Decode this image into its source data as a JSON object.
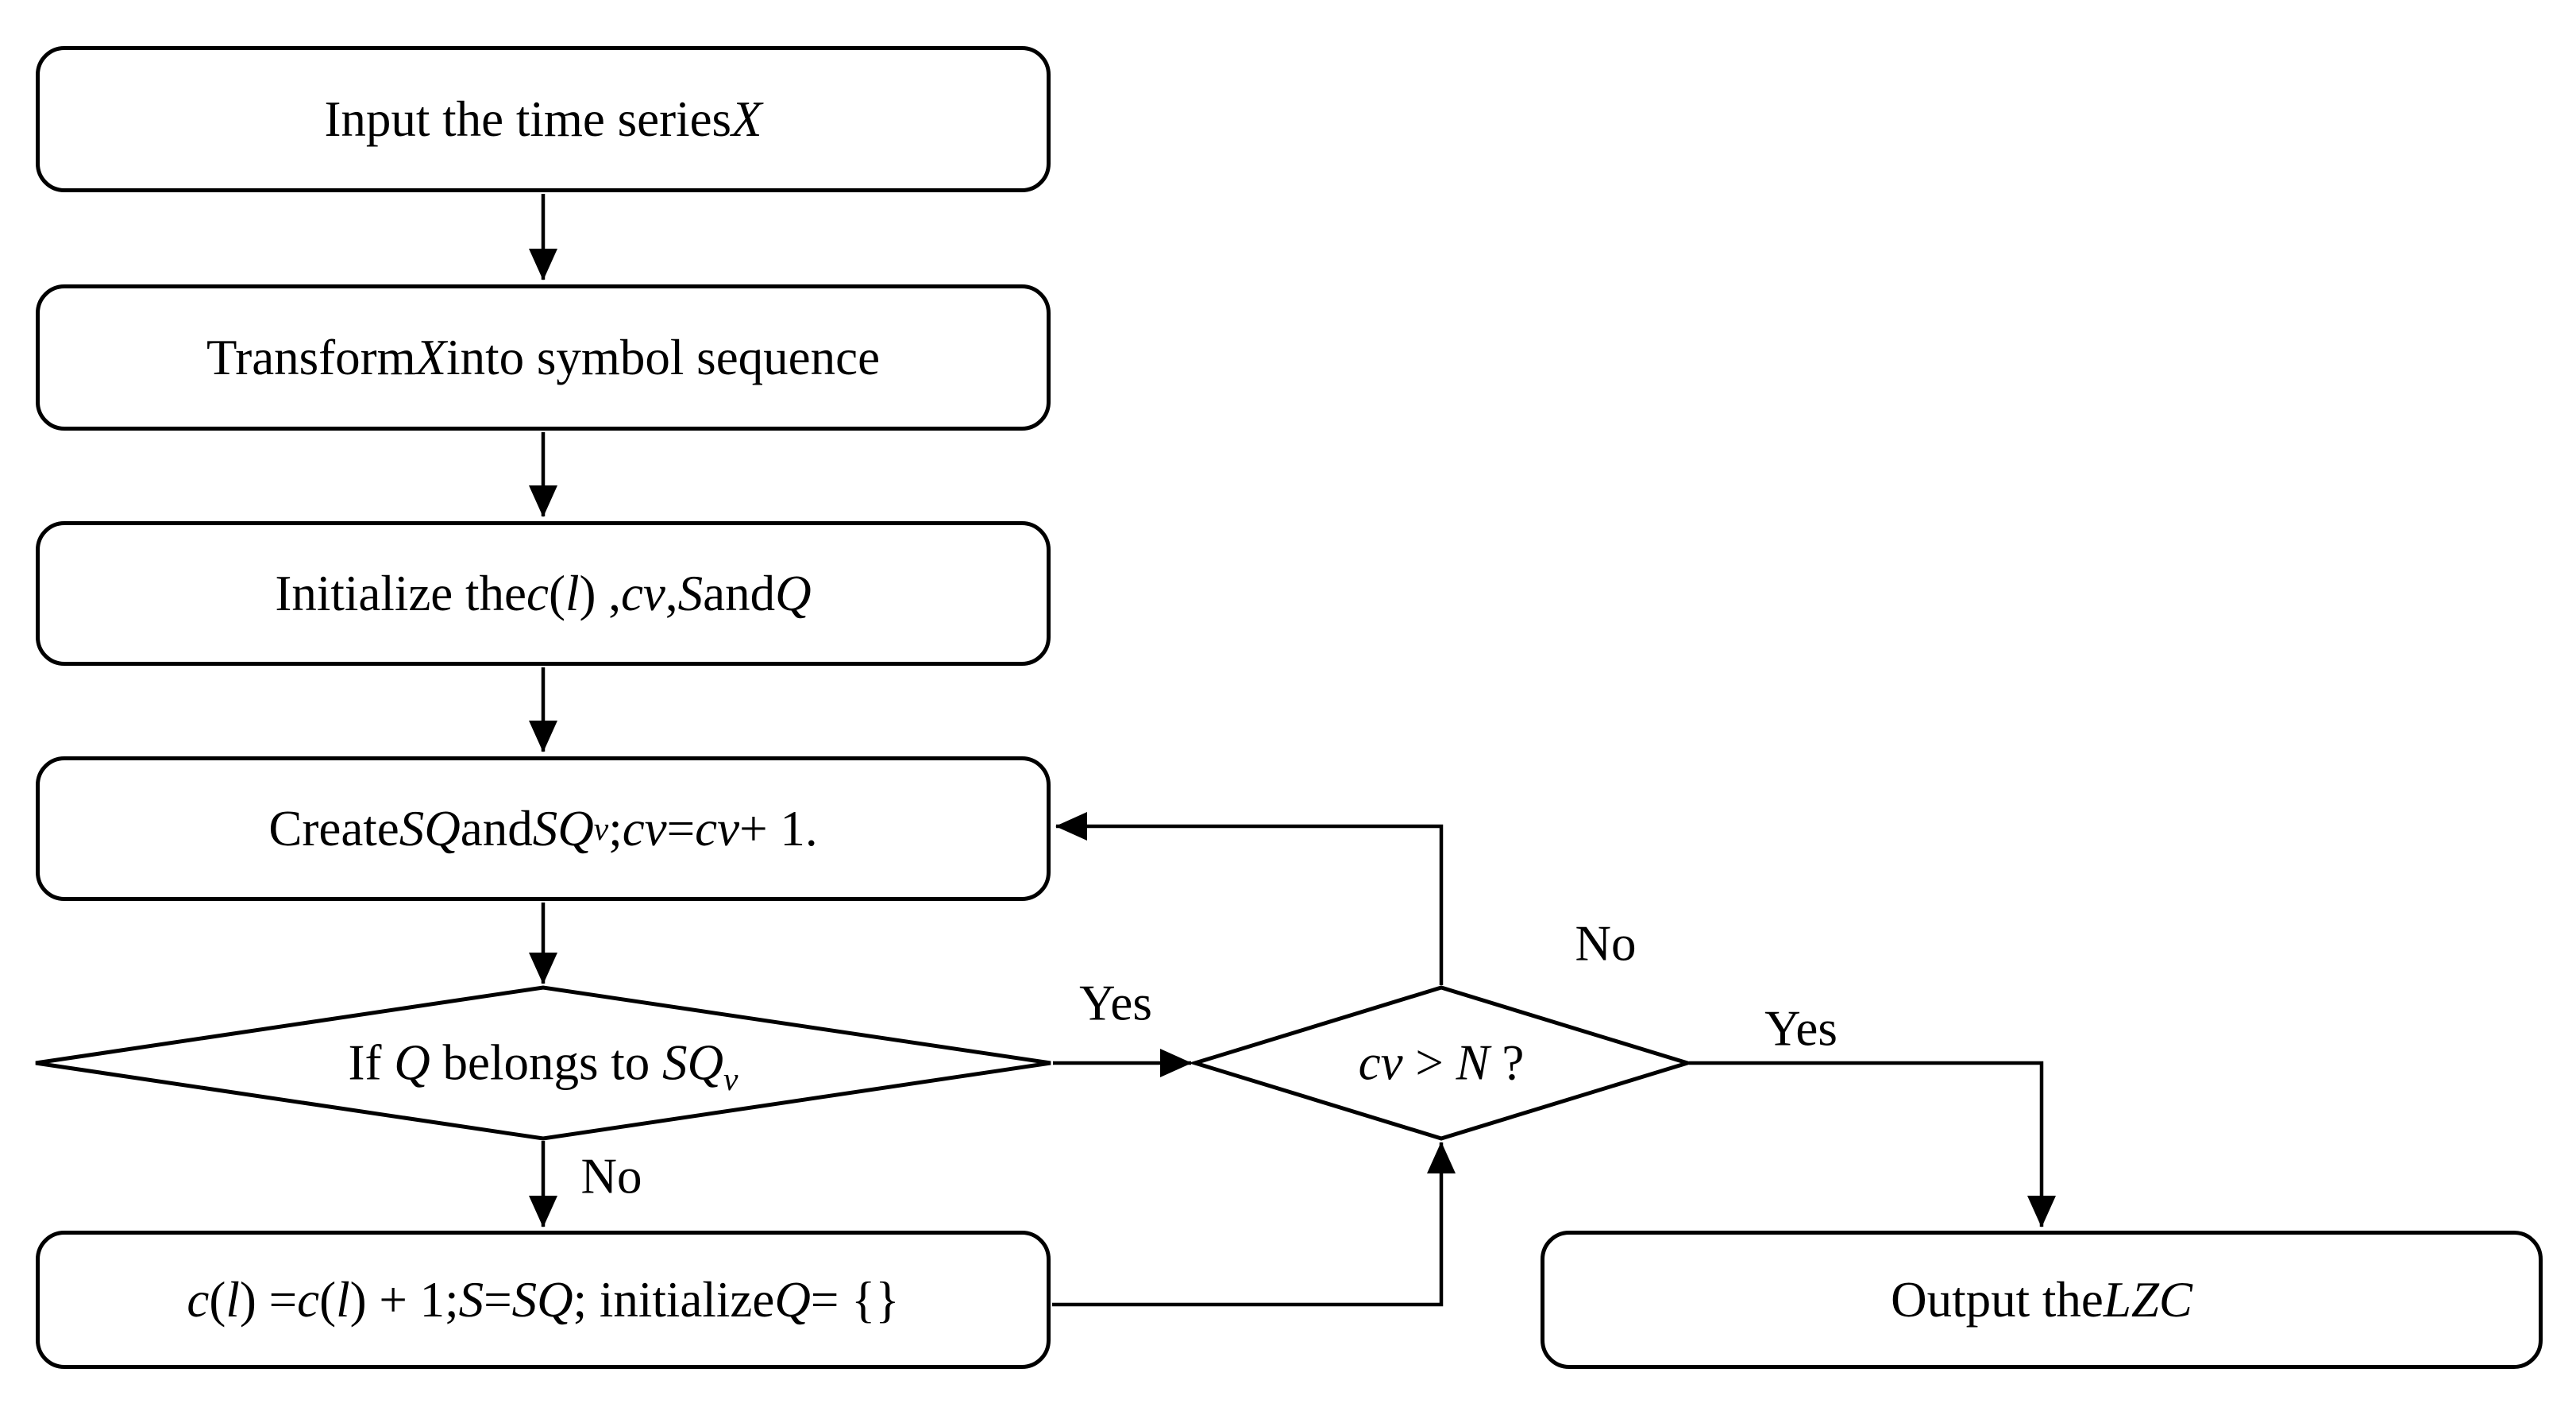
{
  "figure": {
    "type": "flowchart",
    "colors": {
      "background": "#ffffff",
      "stroke": "#000000",
      "text": "#000000"
    },
    "nodes": {
      "input": {
        "shape": "rounded-rect",
        "text": "Input the time series X",
        "rich": [
          {
            "t": "Input the time series "
          },
          {
            "t": "X",
            "s": "i"
          }
        ]
      },
      "transform": {
        "shape": "rounded-rect",
        "text": "Transform X into symbol sequence",
        "rich": [
          {
            "t": "Transform "
          },
          {
            "t": "X",
            "s": "i"
          },
          {
            "t": " into symbol sequence"
          }
        ]
      },
      "initialize": {
        "shape": "rounded-rect",
        "text": "Initialize the c(l) , cv, S and Q",
        "rich": [
          {
            "t": "Initialize the "
          },
          {
            "t": "c",
            "s": "i"
          },
          {
            "t": "("
          },
          {
            "t": "l",
            "s": "i"
          },
          {
            "t": ") , "
          },
          {
            "t": "cv",
            "s": "i"
          },
          {
            "t": ", "
          },
          {
            "t": "S",
            "s": "i"
          },
          {
            "t": " and "
          },
          {
            "t": "Q",
            "s": "i"
          }
        ]
      },
      "create": {
        "shape": "rounded-rect",
        "text": "Create SQ and SQv; cv = cv + 1.",
        "rich": [
          {
            "t": "Create "
          },
          {
            "t": "SQ",
            "s": "i"
          },
          {
            "t": " and "
          },
          {
            "t": "SQ",
            "s": "i"
          },
          {
            "t": "v",
            "s": "isub"
          },
          {
            "t": "; "
          },
          {
            "t": "cv",
            "s": "i"
          },
          {
            "t": " = "
          },
          {
            "t": "cv",
            "s": "i"
          },
          {
            "t": " + 1."
          }
        ]
      },
      "belongs_decision": {
        "shape": "diamond",
        "text": "If Q belongs to SQv",
        "rich": [
          {
            "t": "If "
          },
          {
            "t": "Q",
            "s": "i"
          },
          {
            "t": " belongs to "
          },
          {
            "t": "SQ",
            "s": "i"
          },
          {
            "t": "v",
            "s": "isub"
          }
        ]
      },
      "update": {
        "shape": "rounded-rect",
        "text": "c(l) = c(l) + 1; S = SQ; initialize Q = {}",
        "rich": [
          {
            "t": "c",
            "s": "i"
          },
          {
            "t": "("
          },
          {
            "t": "l",
            "s": "i"
          },
          {
            "t": ") = "
          },
          {
            "t": "c",
            "s": "i"
          },
          {
            "t": "("
          },
          {
            "t": "l",
            "s": "i"
          },
          {
            "t": ") + 1; "
          },
          {
            "t": "S",
            "s": "i"
          },
          {
            "t": " = "
          },
          {
            "t": "SQ",
            "s": "i"
          },
          {
            "t": "; initialize "
          },
          {
            "t": "Q",
            "s": "i"
          },
          {
            "t": " = {}"
          }
        ]
      },
      "cv_decision": {
        "shape": "diamond",
        "text": "cv > N ?",
        "rich": [
          {
            "t": "cv",
            "s": "i"
          },
          {
            "t": " > "
          },
          {
            "t": "N",
            "s": "i"
          },
          {
            "t": " ?"
          }
        ]
      },
      "output": {
        "shape": "rounded-rect",
        "text": "Output the LZC",
        "rich": [
          {
            "t": "Output the "
          },
          {
            "t": "LZC",
            "s": "i"
          }
        ]
      }
    },
    "edges": [
      {
        "from": "input",
        "to": "transform",
        "label": ""
      },
      {
        "from": "transform",
        "to": "initialize",
        "label": ""
      },
      {
        "from": "initialize",
        "to": "create",
        "label": ""
      },
      {
        "from": "create",
        "to": "belongs_decision",
        "label": ""
      },
      {
        "from": "belongs_decision",
        "to": "cv_decision",
        "label": "Yes"
      },
      {
        "from": "belongs_decision",
        "to": "update",
        "label": "No"
      },
      {
        "from": "update",
        "to": "cv_decision",
        "label": ""
      },
      {
        "from": "cv_decision",
        "to": "create",
        "label": "No"
      },
      {
        "from": "cv_decision",
        "to": "output",
        "label": "Yes"
      }
    ]
  }
}
